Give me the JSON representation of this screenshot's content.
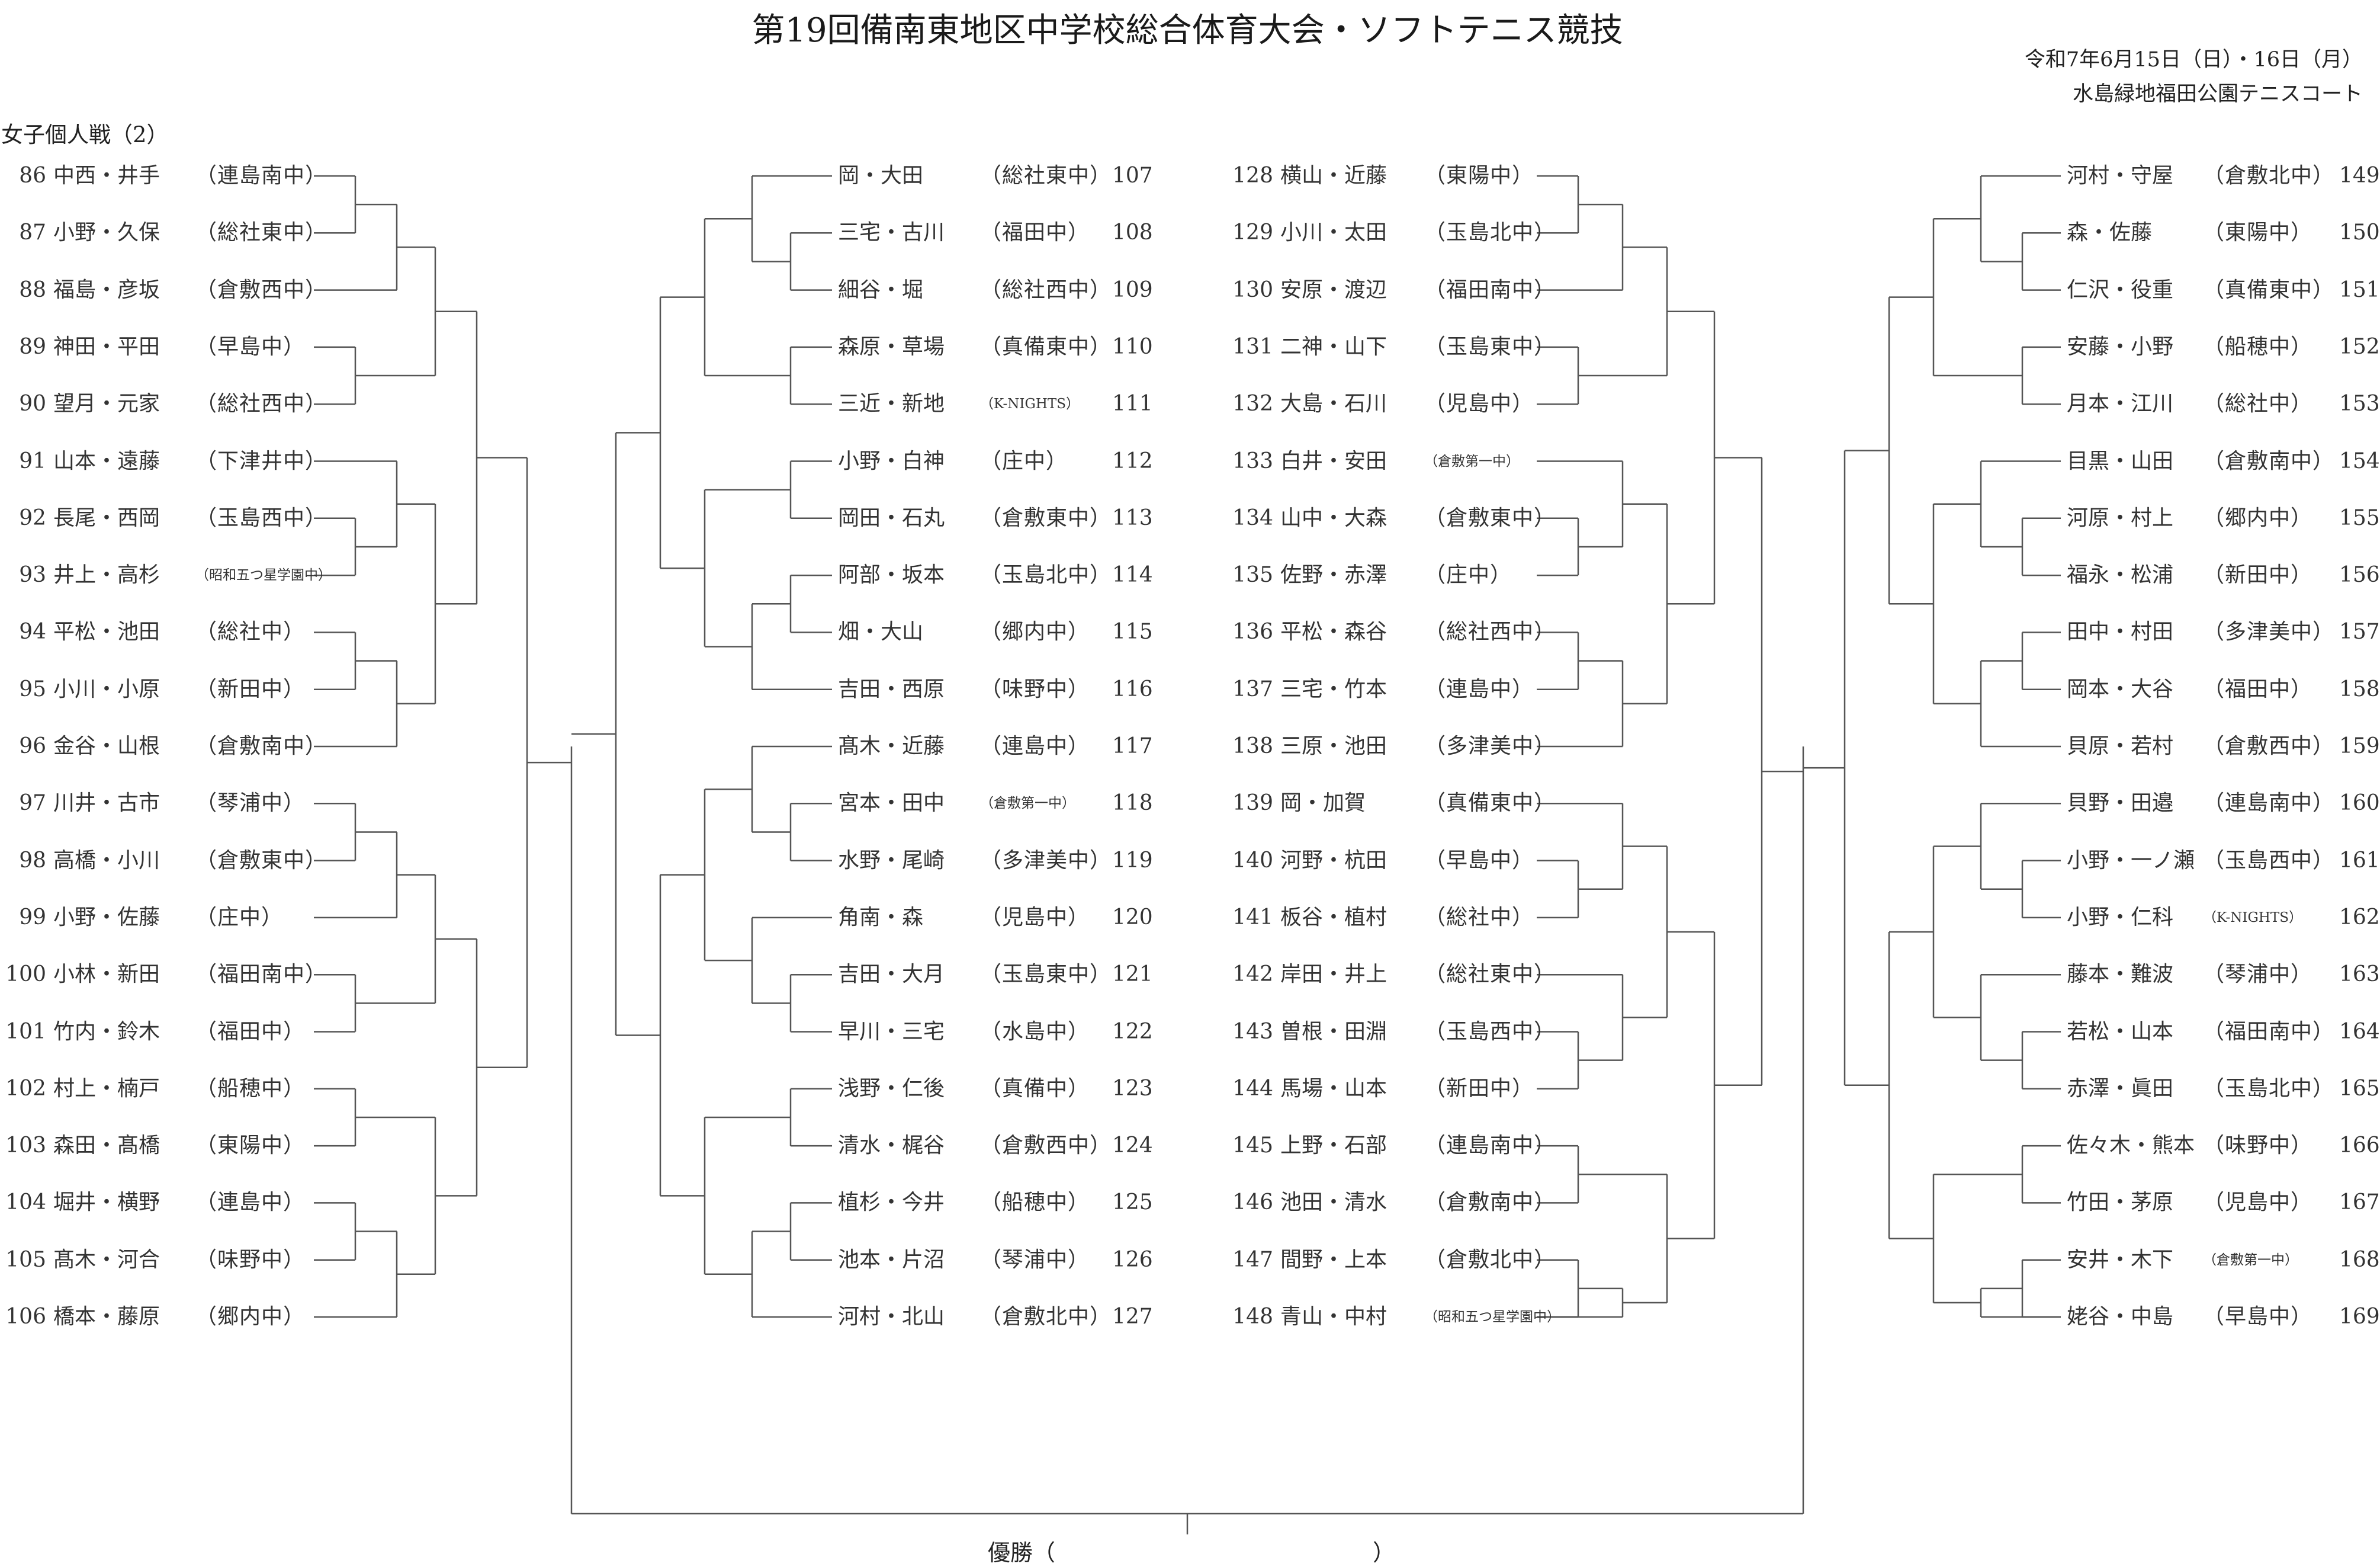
{
  "header": {
    "title": "第19回備南東地区中学校総合体育大会・ソフトテニス競技",
    "date": "令和7年6月15日（日）・16日（月）",
    "venue": "水島緑地福田公園テニスコート"
  },
  "event_label": "女子個人戦（2）",
  "winner": {
    "label": "優勝（",
    "close": "）"
  },
  "entries": [
    {
      "no": "86",
      "names": "中西・井手",
      "school": "（連島南中）"
    },
    {
      "no": "87",
      "names": "小野・久保",
      "school": "（総社東中）"
    },
    {
      "no": "88",
      "names": "福島・彦坂",
      "school": "（倉敷西中）"
    },
    {
      "no": "89",
      "names": "神田・平田",
      "school": "（早島中）"
    },
    {
      "no": "90",
      "names": "望月・元家",
      "school": "（総社西中）"
    },
    {
      "no": "91",
      "names": "山本・遠藤",
      "school": "（下津井中）"
    },
    {
      "no": "92",
      "names": "長尾・西岡",
      "school": "（玉島西中）"
    },
    {
      "no": "93",
      "names": "井上・高杉",
      "school": "（昭和五つ星学園中）"
    },
    {
      "no": "94",
      "names": "平松・池田",
      "school": "（総社中）"
    },
    {
      "no": "95",
      "names": "小川・小原",
      "school": "（新田中）"
    },
    {
      "no": "96",
      "names": "金谷・山根",
      "school": "（倉敷南中）"
    },
    {
      "no": "97",
      "names": "川井・古市",
      "school": "（琴浦中）"
    },
    {
      "no": "98",
      "names": "高橋・小川",
      "school": "（倉敷東中）"
    },
    {
      "no": "99",
      "names": "小野・佐藤",
      "school": "（庄中）"
    },
    {
      "no": "100",
      "names": "小林・新田",
      "school": "（福田南中）"
    },
    {
      "no": "101",
      "names": "竹内・鈴木",
      "school": "（福田中）"
    },
    {
      "no": "102",
      "names": "村上・楠戸",
      "school": "（船穂中）"
    },
    {
      "no": "103",
      "names": "森田・髙橋",
      "school": "（東陽中）"
    },
    {
      "no": "104",
      "names": "堀井・横野",
      "school": "（連島中）"
    },
    {
      "no": "105",
      "names": "髙木・河合",
      "school": "（味野中）"
    },
    {
      "no": "106",
      "names": "橋本・藤原",
      "school": "（郷内中）"
    },
    {
      "no": "107",
      "names": "岡・大田",
      "school": "（総社東中）"
    },
    {
      "no": "108",
      "names": "三宅・古川",
      "school": "（福田中）"
    },
    {
      "no": "109",
      "names": "細谷・堀",
      "school": "（総社西中）"
    },
    {
      "no": "110",
      "names": "森原・草場",
      "school": "（真備東中）"
    },
    {
      "no": "111",
      "names": "三近・新地",
      "school": "（K-NIGHTS）"
    },
    {
      "no": "112",
      "names": "小野・白神",
      "school": "（庄中）"
    },
    {
      "no": "113",
      "names": "岡田・石丸",
      "school": "（倉敷東中）"
    },
    {
      "no": "114",
      "names": "阿部・坂本",
      "school": "（玉島北中）"
    },
    {
      "no": "115",
      "names": "畑・大山",
      "school": "（郷内中）"
    },
    {
      "no": "116",
      "names": "吉田・西原",
      "school": "（味野中）"
    },
    {
      "no": "117",
      "names": "髙木・近藤",
      "school": "（連島中）"
    },
    {
      "no": "118",
      "names": "宮本・田中",
      "school": "（倉敷第一中）"
    },
    {
      "no": "119",
      "names": "水野・尾崎",
      "school": "（多津美中）"
    },
    {
      "no": "120",
      "names": "角南・森",
      "school": "（児島中）"
    },
    {
      "no": "121",
      "names": "吉田・大月",
      "school": "（玉島東中）"
    },
    {
      "no": "122",
      "names": "早川・三宅",
      "school": "（水島中）"
    },
    {
      "no": "123",
      "names": "浅野・仁後",
      "school": "（真備中）"
    },
    {
      "no": "124",
      "names": "清水・梶谷",
      "school": "（倉敷西中）"
    },
    {
      "no": "125",
      "names": "植杉・今井",
      "school": "（船穂中）"
    },
    {
      "no": "126",
      "names": "池本・片沼",
      "school": "（琴浦中）"
    },
    {
      "no": "127",
      "names": "河村・北山",
      "school": "（倉敷北中）"
    },
    {
      "no": "128",
      "names": "横山・近藤",
      "school": "（東陽中）"
    },
    {
      "no": "129",
      "names": "小川・太田",
      "school": "（玉島北中）"
    },
    {
      "no": "130",
      "names": "安原・渡辺",
      "school": "（福田南中）"
    },
    {
      "no": "131",
      "names": "二神・山下",
      "school": "（玉島東中）"
    },
    {
      "no": "132",
      "names": "大島・石川",
      "school": "（児島中）"
    },
    {
      "no": "133",
      "names": "白井・安田",
      "school": "（倉敷第一中）"
    },
    {
      "no": "134",
      "names": "山中・大森",
      "school": "（倉敷東中）"
    },
    {
      "no": "135",
      "names": "佐野・赤澤",
      "school": "（庄中）"
    },
    {
      "no": "136",
      "names": "平松・森谷",
      "school": "（総社西中）"
    },
    {
      "no": "137",
      "names": "三宅・竹本",
      "school": "（連島中）"
    },
    {
      "no": "138",
      "names": "三原・池田",
      "school": "（多津美中）"
    },
    {
      "no": "139",
      "names": "岡・加賀",
      "school": "（真備東中）"
    },
    {
      "no": "140",
      "names": "河野・杭田",
      "school": "（早島中）"
    },
    {
      "no": "141",
      "names": "板谷・植村",
      "school": "（総社中）"
    },
    {
      "no": "142",
      "names": "岸田・井上",
      "school": "（総社東中）"
    },
    {
      "no": "143",
      "names": "曽根・田淵",
      "school": "（玉島西中）"
    },
    {
      "no": "144",
      "names": "馬場・山本",
      "school": "（新田中）"
    },
    {
      "no": "145",
      "names": "上野・石部",
      "school": "（連島南中）"
    },
    {
      "no": "146",
      "names": "池田・清水",
      "school": "（倉敷南中）"
    },
    {
      "no": "147",
      "names": "間野・上本",
      "school": "（倉敷北中）"
    },
    {
      "no": "148",
      "names": "青山・中村",
      "school": "（昭和五つ星学園中）"
    },
    {
      "no": "149",
      "names": "河村・守屋",
      "school": "（倉敷北中）"
    },
    {
      "no": "150",
      "names": "森・佐藤",
      "school": "（東陽中）"
    },
    {
      "no": "151",
      "names": "仁沢・役重",
      "school": "（真備東中）"
    },
    {
      "no": "152",
      "names": "安藤・小野",
      "school": "（船穂中）"
    },
    {
      "no": "153",
      "names": "月本・江川",
      "school": "（総社中）"
    },
    {
      "no": "154",
      "names": "目黒・山田",
      "school": "（倉敷南中）"
    },
    {
      "no": "155",
      "names": "河原・村上",
      "school": "（郷内中）"
    },
    {
      "no": "156",
      "names": "福永・松浦",
      "school": "（新田中）"
    },
    {
      "no": "157",
      "names": "田中・村田",
      "school": "（多津美中）"
    },
    {
      "no": "158",
      "names": "岡本・大谷",
      "school": "（福田中）"
    },
    {
      "no": "159",
      "names": "貝原・若村",
      "school": "（倉敷西中）"
    },
    {
      "no": "160",
      "names": "貝野・田邉",
      "school": "（連島南中）"
    },
    {
      "no": "161",
      "names": "小野・一ノ瀬",
      "school": "（玉島西中）"
    },
    {
      "no": "162",
      "names": "小野・仁科",
      "school": "（K-NIGHTS）"
    },
    {
      "no": "163",
      "names": "藤本・難波",
      "school": "（琴浦中）"
    },
    {
      "no": "164",
      "names": "若松・山本",
      "school": "（福田南中）"
    },
    {
      "no": "165",
      "names": "赤澤・眞田",
      "school": "（玉島北中）"
    },
    {
      "no": "166",
      "names": "佐々木・熊本",
      "school": "（味野中）"
    },
    {
      "no": "167",
      "names": "竹田・茅原",
      "school": "（児島中）"
    },
    {
      "no": "168",
      "names": "安井・木下",
      "school": "（倉敷第一中）"
    },
    {
      "no": "169",
      "names": "姥谷・中島",
      "school": "（早島中）"
    }
  ]
}
